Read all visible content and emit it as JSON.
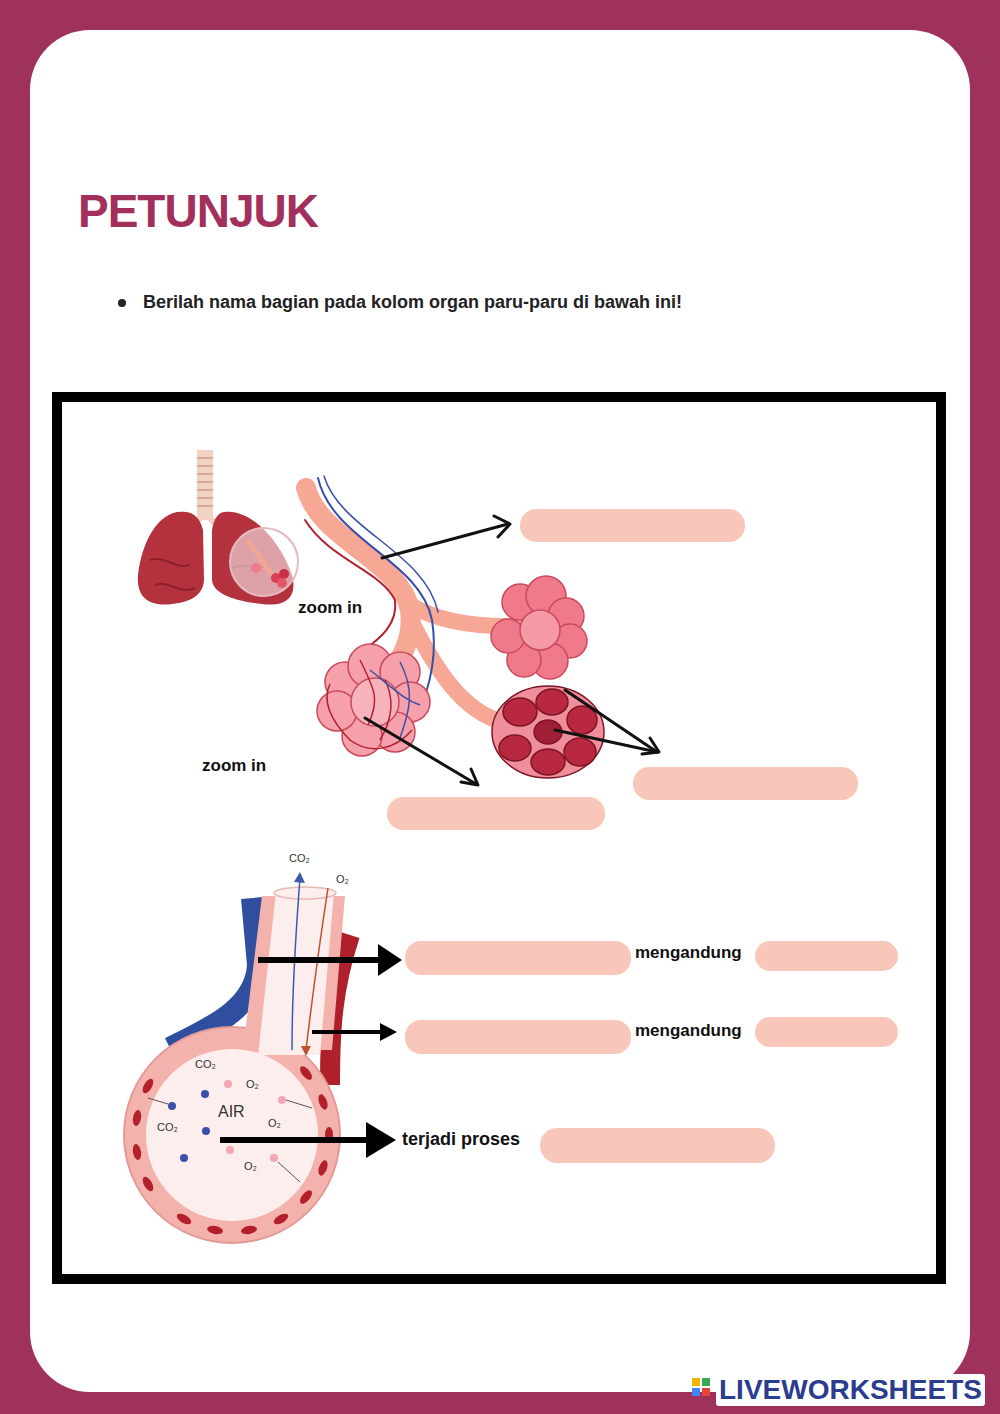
{
  "diagram": {
    "title": "PETUNJUK",
    "labels": [
      "Berilah nama bagian pada kolom organ paru-paru di bawah ini!",
      "zoom in",
      "zoom in",
      "CO₂",
      "O₂",
      "CO₂",
      "O₂",
      "AIR",
      "CO₂",
      "O₂",
      "O₂",
      "mengandung",
      "mengandung",
      "terjadi proses",
      "LIVEWORKSHEETS"
    ]
  }
}
